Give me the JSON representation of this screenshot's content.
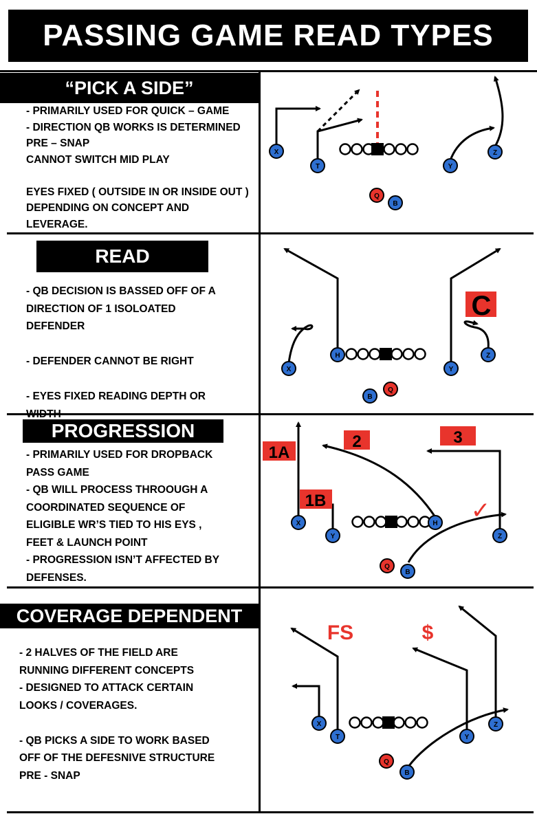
{
  "title": "PASSING GAME READ TYPES",
  "colors": {
    "black": "#000000",
    "blue": "#2e6fd1",
    "red": "#e8342c"
  },
  "sections": [
    {
      "heading": "“PICK A SIDE”",
      "description": "- PRIMARILY USED FOR QUICK – GAME\n- DIRECTION QB WORKS IS DETERMINED\nPRE – SNAP\nCANNOT SWITCH MID PLAY\n\nEYES FIXED ( OUTSIDE IN OR INSIDE OUT )\nDEPENDING ON CONCEPT AND\nLEVERAGE.",
      "players": [
        "X",
        "T",
        "Y",
        "Z",
        "Q",
        "B"
      ]
    },
    {
      "heading": "READ",
      "description": "- QB DECISION IS BASSED OFF OF A\nDIRECTION OF 1 ISOLOATED\nDEFENDER\n\n- DEFENDER CANNOT BE RIGHT\n\n- EYES FIXED READING DEPTH OR\nWIDTH",
      "players": [
        "X",
        "H",
        "Y",
        "Z",
        "B",
        "Q"
      ],
      "tags": [
        "C"
      ]
    },
    {
      "heading": "PROGRESSION",
      "description": "- PRIMARILY USED FOR DROPBACK\nPASS GAME\n- QB WILL PROCESS THROOUGH A\nCOORDINATED SEQUENCE OF\nELIGIBLE WR’S TIED TO HIS EYS ,\nFEET & LAUNCH POINT\n- PROGRESSION ISN’T AFFECTED BY\nDEFENSES.",
      "players": [
        "X",
        "Y",
        "H",
        "Z",
        "Q",
        "B"
      ],
      "tags": [
        "1A",
        "1B",
        "2",
        "3"
      ],
      "check": "✓"
    },
    {
      "heading": "COVERAGE DEPENDENT",
      "description": "- 2 HALVES OF THE FIELD ARE\nRUNNING DIFFERENT CONCEPTS\n- DESIGNED TO ATTACK CERTAIN\nLOOKS / COVERAGES.\n\n- QB PICKS A SIDE TO WORK BASED\nOFF OF THE DEFESNIVE STRUCTURE\nPRE - SNAP",
      "players": [
        "X",
        "T",
        "Y",
        "Z",
        "Q",
        "B"
      ],
      "tags": [
        "FS",
        "$"
      ]
    }
  ]
}
